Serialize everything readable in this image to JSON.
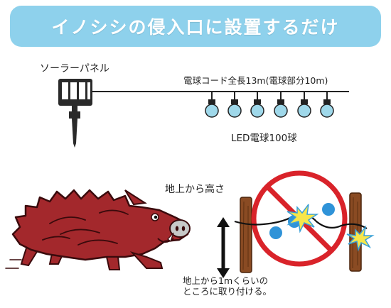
{
  "banner": {
    "title": "イノシシの侵入口に設置するだけ"
  },
  "product": {
    "solar_panel_label": "ソーラーパネル",
    "cord_label": "電球コード全長13m(電球部分10m)",
    "led_label": "LED電球100球"
  },
  "install": {
    "height_label": "地上から高さ",
    "note_line1": "地上から1mくらいの",
    "note_line2": "ところに取り付ける。"
  },
  "colors": {
    "banner_bg": "#8ed1ec",
    "boar": "#a3282c",
    "prohibition_red": "#d9232a",
    "bulb_blue": "#9fd8ea",
    "post_brown": "#8a4b23",
    "spark_yellow": "#f7e64a"
  }
}
